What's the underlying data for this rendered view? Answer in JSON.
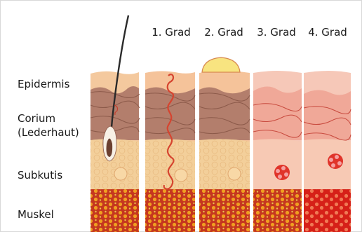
{
  "figure": {
    "grades": [
      "1. Grad",
      "2. Grad",
      "3. Grad",
      "4. Grad"
    ],
    "layers": {
      "epidermis": "Epidermis",
      "corium_line1": "Corium",
      "corium_line2": "(Lederhaut)",
      "subkutis": "Subkutis",
      "muskel": "Muskel"
    }
  }
}
